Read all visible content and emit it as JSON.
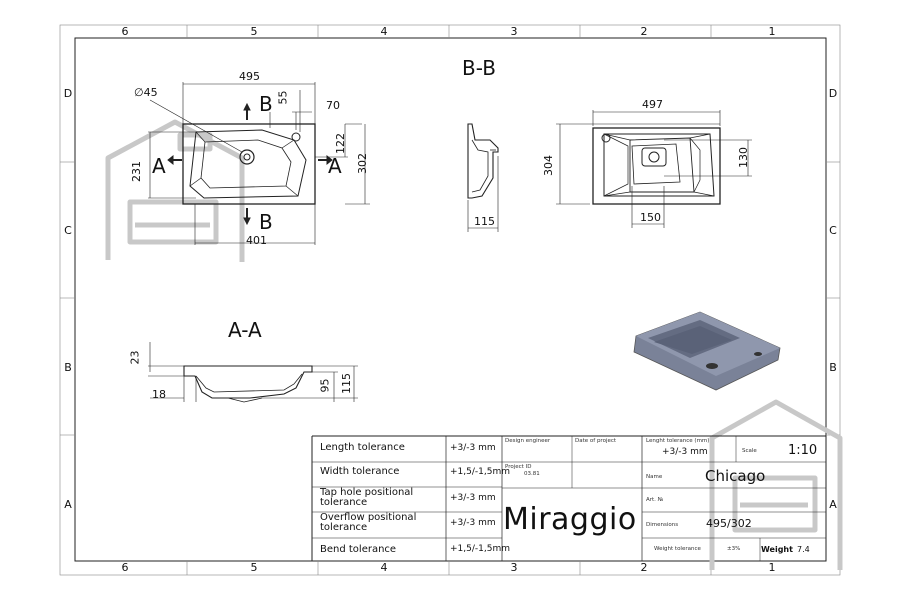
{
  "zones": {
    "columns": [
      "6",
      "5",
      "4",
      "3",
      "2",
      "1"
    ],
    "rows": [
      "D",
      "C",
      "B",
      "A"
    ]
  },
  "views": {
    "top_view": {
      "dimensions": [
        "495",
        "∅45",
        "55",
        "70",
        "122",
        "302",
        "231",
        "401"
      ],
      "section_markers": [
        "B",
        "B",
        "A",
        "A"
      ]
    },
    "section_bb_title": "B-B",
    "section_bb_dims": [
      "115"
    ],
    "right_view_dims": [
      "497",
      "304",
      "130",
      "150"
    ],
    "section_aa_title": "A-A",
    "section_aa_dims": [
      "23",
      "95",
      "115",
      "18"
    ]
  },
  "title_block": {
    "tolerances": [
      {
        "label": "Length tolerance",
        "value": "+3/-3 mm"
      },
      {
        "label": "Width tolerance",
        "value": "+1,5/-1,5mm"
      },
      {
        "label": "Tap hole positional tolerance",
        "value": "+3/-3 mm"
      },
      {
        "label": "Overflow positional tolerance",
        "value": "+3/-3 mm"
      },
      {
        "label": "Bend tolerance",
        "value": "+1,5/-1,5mm"
      }
    ],
    "design_engineer_label": "Design engineer",
    "date_label": "Date of project",
    "project_id_label": "Project ID",
    "project_id_value": "03.81",
    "length_tol_label": "Lenght tolerance (mm)",
    "length_tol_value": "+3/-3 mm",
    "scale_label": "Scale",
    "scale_value": "1:10",
    "name_label": "Name",
    "name_value": "Chicago",
    "art_label": "Art. №",
    "dimensions_label": "Dimensions",
    "dimensions_value": "495/302",
    "weight_tol_label": "Weight tolerance",
    "weight_tol_value": "±3%",
    "weight_label": "Weight",
    "weight_value": "7.4",
    "brand": "Miraggio"
  }
}
